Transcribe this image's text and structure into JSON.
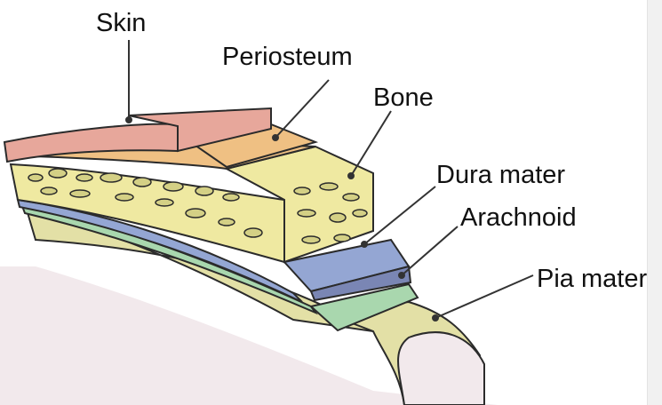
{
  "labels": {
    "skin": "Skin",
    "periosteum": "Periosteum",
    "bone": "Bone",
    "dura": "Dura mater",
    "arachnoid": "Arachnoid",
    "pia": "Pia mater"
  },
  "colors": {
    "skin": "#e7a79b",
    "periosteum": "#efc083",
    "bone": "#efe9a1",
    "dura": "#94a6d3",
    "arachnoid": "#a9d7ae",
    "pia": "#e3e0a6",
    "brain": "#f2e9ec",
    "outline": "#2b2b2b",
    "leader": "#333333"
  }
}
